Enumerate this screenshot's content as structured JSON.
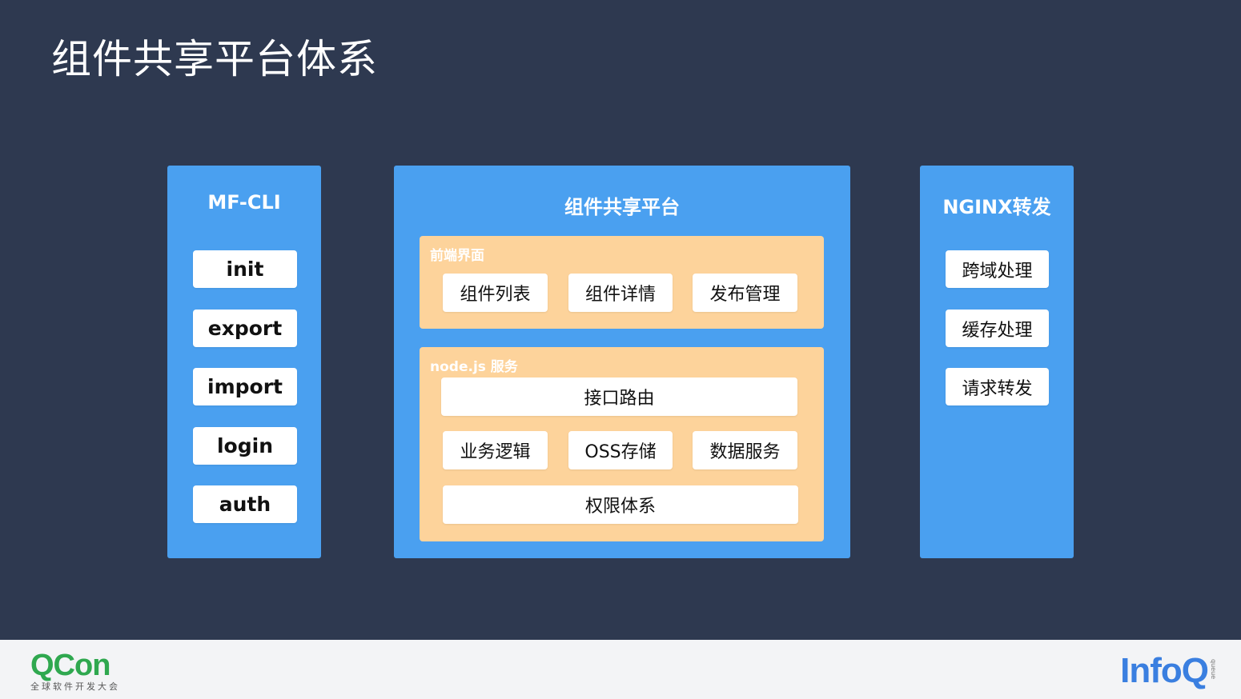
{
  "title": "组件共享平台体系",
  "cli": {
    "title": "MF-CLI",
    "items": [
      "init",
      "export",
      "import",
      "login",
      "auth"
    ]
  },
  "platform": {
    "title": "组件共享平台",
    "frontend": {
      "label": "前端界面",
      "items": [
        "组件列表",
        "组件详情",
        "发布管理"
      ]
    },
    "node": {
      "label": "node.js 服务",
      "router": "接口路由",
      "items": [
        "业务逻辑",
        "OSS存储",
        "数据服务"
      ],
      "auth": "权限体系"
    }
  },
  "nginx": {
    "title": "NGINX转发",
    "items": [
      "跨域处理",
      "缓存处理",
      "请求转发"
    ]
  },
  "footer": {
    "qcon_name": "QCon",
    "qcon_sub": "全球软件开发大会",
    "infoq_name": "InfoQ",
    "infoq_tag": "queue"
  },
  "colors": {
    "background": "#2e3950",
    "panel": "#4aa0f0",
    "group": "#fdd39b",
    "qcon_green": "#2fa84f",
    "infoq_blue": "#3a7fe0"
  }
}
